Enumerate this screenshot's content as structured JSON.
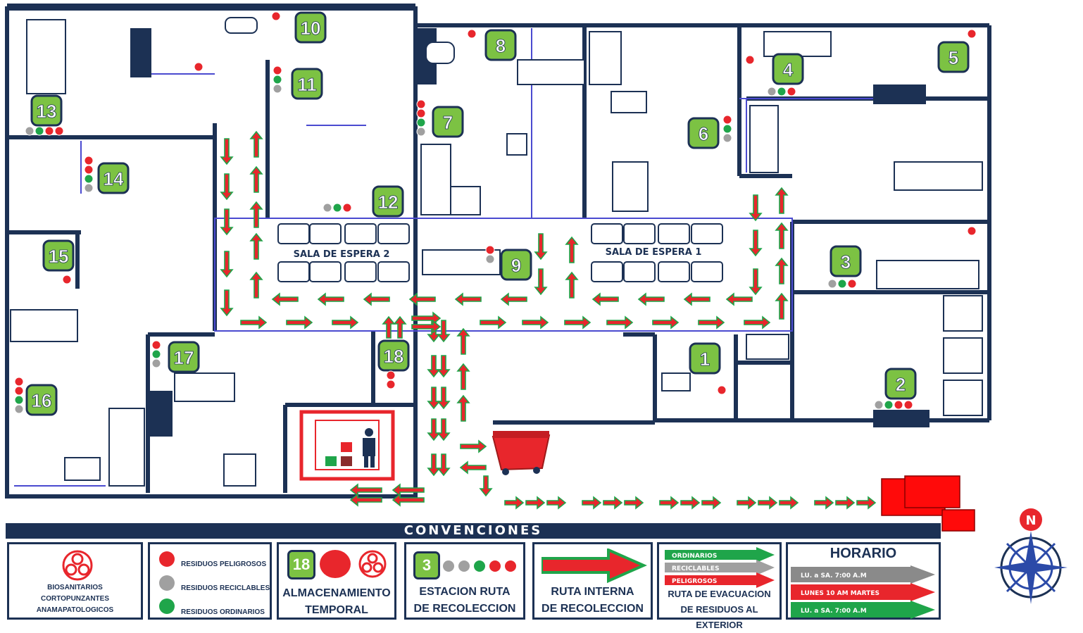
{
  "rooms": {
    "waiting_room_1": "SALA DE ESPERA 1",
    "waiting_room_2": "SALA DE ESPERA 2"
  },
  "stations": [
    "1",
    "2",
    "3",
    "4",
    "5",
    "6",
    "7",
    "8",
    "9",
    "10",
    "11",
    "12",
    "13",
    "14",
    "15",
    "16",
    "17",
    "18"
  ],
  "legend": {
    "title": "CONVENCIONES",
    "biosanitary": [
      "BIOSANITARIOS",
      "CORTOPUNZANTES",
      "ANAMAPATOLOGICOS"
    ],
    "residuos": {
      "dangerous": "RESIDUOS PELIGROSOS",
      "recyclable": "RESIDUOS RECICLABLES",
      "ordinary": "RESIDUOS ORDINARIOS"
    },
    "storage_number": "18",
    "storage": [
      "ALMACENAMIENTO",
      "TEMPORAL"
    ],
    "station_number": "3",
    "station": [
      "ESTACION RUTA",
      "DE RECOLECCION"
    ],
    "internal_route": [
      "RUTA INTERNA",
      "DE RECOLECCION"
    ],
    "evacuation_arrows": [
      "ORDINARIOS",
      "RECICLABLES",
      "PELIGROSOS"
    ],
    "evacuation": [
      "RUTA DE EVACUACION",
      "DE RESIDUOS AL EXTERIOR"
    ],
    "schedule_title": "HORARIO",
    "schedule": [
      "LU. a SA. 7:00 A.M",
      "LUNES 10 AM MARTES",
      "LU. a SA. 7:00 A.M"
    ],
    "compass": "N"
  },
  "colors": {
    "wall": "#1c3154",
    "station_fill": "#7cc243",
    "dangerous": "#e8262c",
    "recyclable": "#a0a0a0",
    "ordinary": "#1fa54a"
  }
}
